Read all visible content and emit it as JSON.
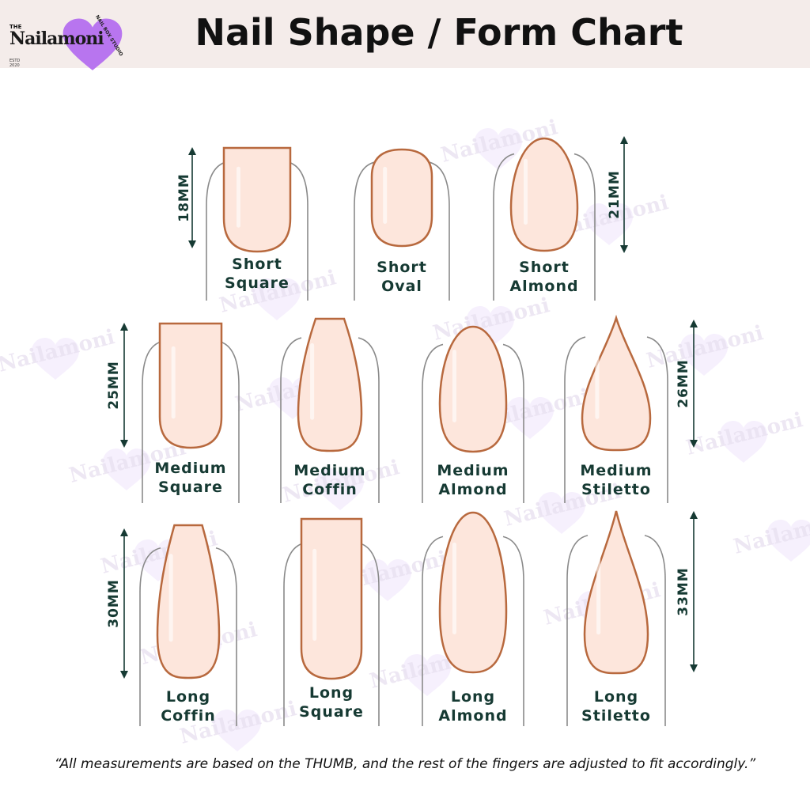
{
  "brand": {
    "the": "THE",
    "name": "Nailamoni",
    "subline": "NAIL BOX STUDIO",
    "est": "ESTD",
    "year": "2020",
    "heart_color": "#b875ef"
  },
  "title": "Nail Shape /  Form Chart",
  "colors": {
    "nail_fill": "#fde6dc",
    "nail_outline": "#b8693e",
    "finger_line": "#8a8a8a",
    "label": "#163a33",
    "arrow": "#163a33"
  },
  "nails": [
    {
      "id": "short-square",
      "shape": "square",
      "lines": [
        "Short",
        "Square"
      ]
    },
    {
      "id": "short-oval",
      "shape": "oval",
      "lines": [
        "Short",
        "Oval"
      ]
    },
    {
      "id": "short-almond",
      "shape": "almond",
      "lines": [
        "Short",
        "Almond"
      ]
    },
    {
      "id": "medium-square",
      "shape": "square",
      "lines": [
        "Medium",
        "Square"
      ]
    },
    {
      "id": "medium-coffin",
      "shape": "coffin",
      "lines": [
        "Medium",
        "Coffin"
      ]
    },
    {
      "id": "medium-almond",
      "shape": "almond",
      "lines": [
        "Medium",
        "Almond"
      ]
    },
    {
      "id": "medium-stiletto",
      "shape": "stiletto",
      "lines": [
        "Medium",
        "Stiletto"
      ]
    },
    {
      "id": "long-coffin",
      "shape": "coffin",
      "lines": [
        "Long",
        "Coffin"
      ]
    },
    {
      "id": "long-square",
      "shape": "square",
      "lines": [
        "Long",
        "Square"
      ]
    },
    {
      "id": "long-almond",
      "shape": "almond",
      "lines": [
        "Long",
        "Almond"
      ]
    },
    {
      "id": "long-stiletto",
      "shape": "stiletto",
      "lines": [
        "Long",
        "Stiletto"
      ]
    }
  ],
  "measurements": [
    {
      "id": "short-left",
      "label": "18MM"
    },
    {
      "id": "short-right",
      "label": "21MM"
    },
    {
      "id": "medium-left",
      "label": "25MM"
    },
    {
      "id": "medium-right",
      "label": "26MM"
    },
    {
      "id": "long-left",
      "label": "30MM"
    },
    {
      "id": "long-right",
      "label": "33MM"
    }
  ],
  "watermark": "Nailamoni",
  "footnote": "“All measurements are based on the THUMB, and the rest of the fingers are adjusted to fit accordingly.”"
}
